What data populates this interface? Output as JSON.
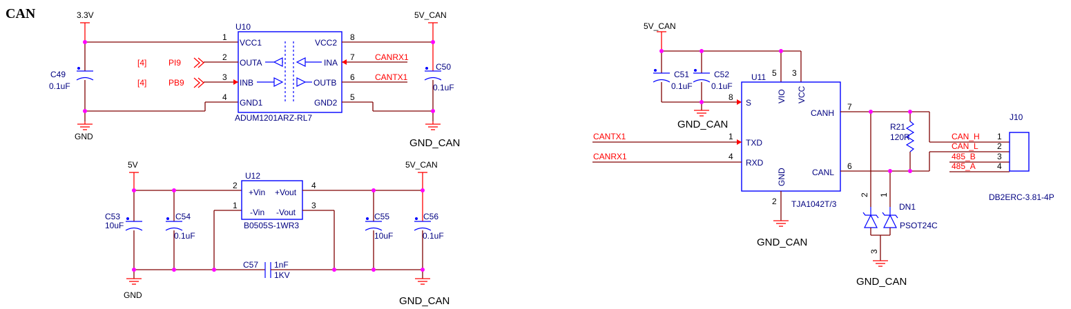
{
  "title": "CAN",
  "power": {
    "v33": "3.3V",
    "v5can": "5V_CAN",
    "v5": "5V",
    "gnd": "GND",
    "gndcan": "GND_CAN"
  },
  "u10": {
    "ref": "U10",
    "part": "ADUM1201ARZ-RL7",
    "pins_left": [
      {
        "num": "1",
        "name": "VCC1"
      },
      {
        "num": "2",
        "name": "OUTA"
      },
      {
        "num": "3",
        "name": "INB"
      },
      {
        "num": "4",
        "name": "GND1"
      }
    ],
    "pins_right": [
      {
        "num": "8",
        "name": "VCC2"
      },
      {
        "num": "7",
        "name": "INA"
      },
      {
        "num": "6",
        "name": "OUTB"
      },
      {
        "num": "5",
        "name": "GND2"
      }
    ]
  },
  "u12": {
    "ref": "U12",
    "part": "B0505S-1WR3",
    "pins": [
      {
        "num": "2",
        "name": "+Vin"
      },
      {
        "num": "4",
        "name": "+Vout"
      },
      {
        "num": "1",
        "name": "-Vin"
      },
      {
        "num": "3",
        "name": "-Vout"
      }
    ]
  },
  "u11": {
    "ref": "U11",
    "part": "TJA1042T/3",
    "pins": [
      {
        "num": "5",
        "name": "VIO"
      },
      {
        "num": "3",
        "name": "VCC"
      },
      {
        "num": "8",
        "name": "S"
      },
      {
        "num": "1",
        "name": "TXD"
      },
      {
        "num": "4",
        "name": "RXD"
      },
      {
        "num": "2",
        "name": "GND"
      },
      {
        "num": "7",
        "name": "CANH"
      },
      {
        "num": "6",
        "name": "CANL"
      }
    ]
  },
  "j10": {
    "ref": "J10",
    "part": "DB2ERC-3.81-4P",
    "pins": [
      {
        "num": "1",
        "net": "CAN_H"
      },
      {
        "num": "2",
        "net": "CAN_L"
      },
      {
        "num": "3",
        "net": "485_B"
      },
      {
        "num": "4",
        "net": "485_A"
      }
    ]
  },
  "r21": {
    "ref": "R21",
    "value": "120R"
  },
  "dn1": {
    "ref": "DN1",
    "part": "PSOT24C",
    "pins": [
      "2",
      "1",
      "3"
    ]
  },
  "caps": {
    "c49": {
      "ref": "C49",
      "value": "0.1uF"
    },
    "c50": {
      "ref": "C50",
      "value": "0.1uF"
    },
    "c51": {
      "ref": "C51",
      "value": "0.1uF"
    },
    "c52": {
      "ref": "C52",
      "value": "0.1uF"
    },
    "c53": {
      "ref": "C53",
      "value": "10uF"
    },
    "c54": {
      "ref": "C54",
      "value": "0.1uF"
    },
    "c55": {
      "ref": "C55",
      "value": "10uF"
    },
    "c56": {
      "ref": "C56",
      "value": "0.1uF"
    },
    "c57": {
      "ref": "C57",
      "value": "1nF",
      "rating": "1KV"
    }
  },
  "nets": {
    "pi9": "PI9",
    "pb9": "PB9",
    "sheet_ref": "[4]",
    "canrx1": "CANRX1",
    "cantx1": "CANTX1"
  }
}
